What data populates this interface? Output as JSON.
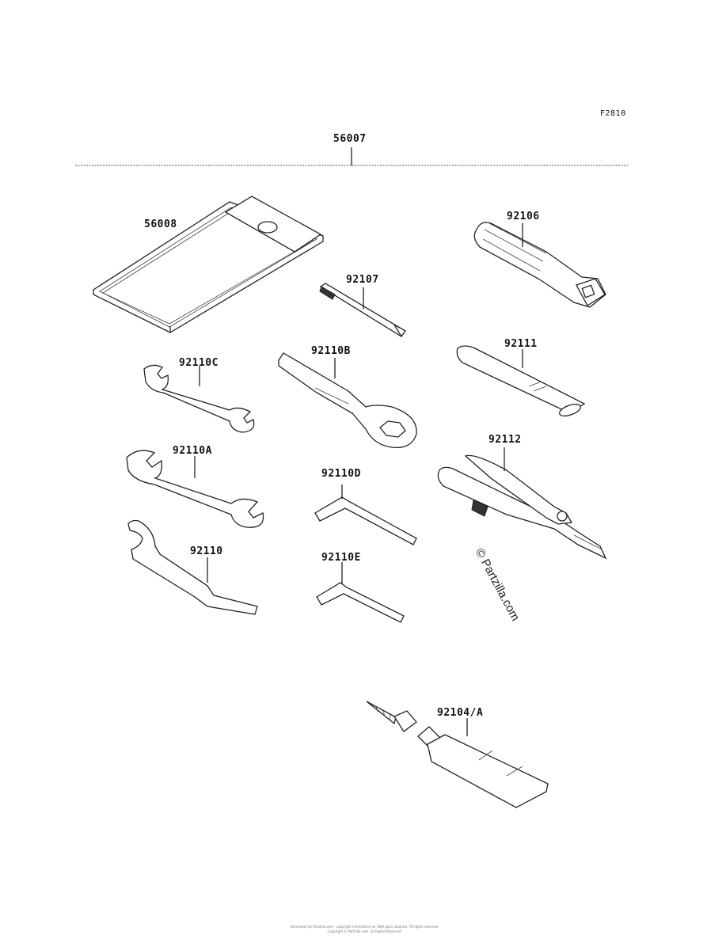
{
  "diagram": {
    "code": "F2810",
    "assembly_label": "56007",
    "parts": [
      {
        "id": "tool-bag",
        "number": "56008"
      },
      {
        "id": "screwdriver-handle",
        "number": "92106"
      },
      {
        "id": "screwdriver-bit",
        "number": "92107"
      },
      {
        "id": "ring-wrench",
        "number": "92110B"
      },
      {
        "id": "extension-bar",
        "number": "92111"
      },
      {
        "id": "open-wrench-small",
        "number": "92110C"
      },
      {
        "id": "open-wrench-large",
        "number": "92110A"
      },
      {
        "id": "hex-key-d",
        "number": "92110D"
      },
      {
        "id": "pliers",
        "number": "92112"
      },
      {
        "id": "hook-wrench",
        "number": "92110"
      },
      {
        "id": "hex-key-e",
        "number": "92110E"
      },
      {
        "id": "grease-tube",
        "number": "92104/A"
      }
    ],
    "watermark": "© Partzilla.com",
    "footer_line1": "Generated by Partzilla.com - copyright information on OEM parts diagram, All rights reserved",
    "footer_line2": "Copyright © Partzilla.com. All Rights Reserved"
  }
}
